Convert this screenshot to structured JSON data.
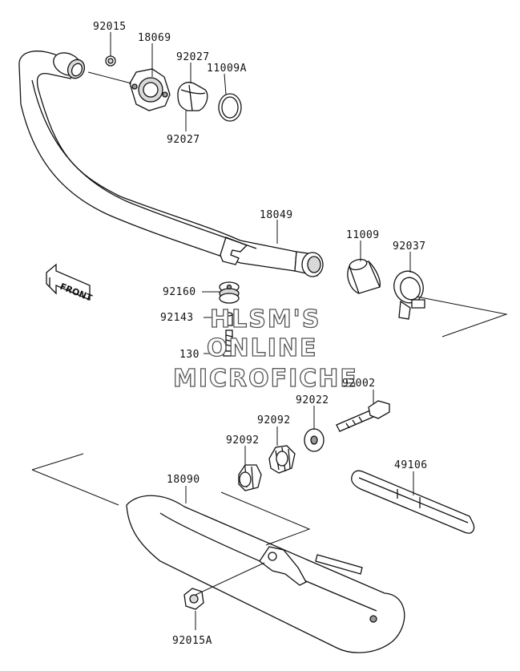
{
  "parts": {
    "p92015": "92015",
    "p18069": "18069",
    "p92027_top": "92027",
    "p11009A": "11009A",
    "p92027_bottom": "92027",
    "p18049": "18049",
    "p11009": "11009",
    "p92037": "92037",
    "p92160": "92160",
    "p92143": "92143",
    "p130": "130",
    "p92002": "92002",
    "p92022": "92022",
    "p92092_right": "92092",
    "p92092_left": "92092",
    "p18090": "18090",
    "p49106": "49106",
    "p92015A": "92015A"
  },
  "front_badge": "FRONT",
  "watermark": {
    "line1": "HLSM'S",
    "line2": "ONLINE",
    "line3": "MICROFICHE"
  }
}
